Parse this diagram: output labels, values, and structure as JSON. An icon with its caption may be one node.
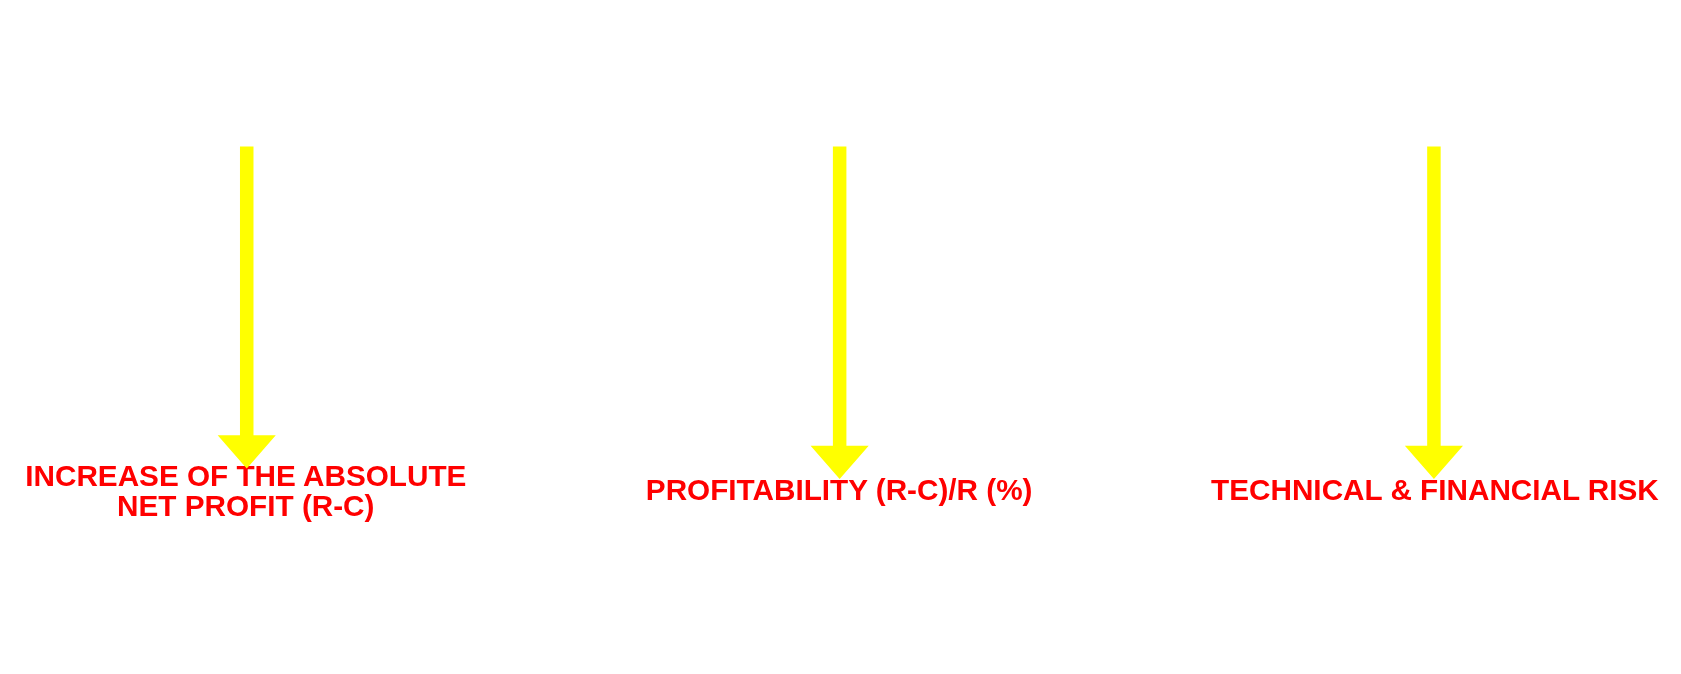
{
  "diagram": {
    "nodes": [
      {
        "text": [
          "INCREASE OF THE ABSOLUTE NET PROFIT (R-C)"
        ]
      },
      {
        "text": [
          "PROFITABILITY (R-C)/R (%)"
        ]
      },
      {
        "text": [
          "TECHNICAL & FINANCIAL RISK"
        ]
      }
    ],
    "edges": [
      {
        "from": null,
        "to": 0,
        "arrow": "to"
      },
      {
        "from": null,
        "to": 1,
        "arrow": "to"
      },
      {
        "from": null,
        "to": 2,
        "arrow": "to"
      }
    ]
  }
}
